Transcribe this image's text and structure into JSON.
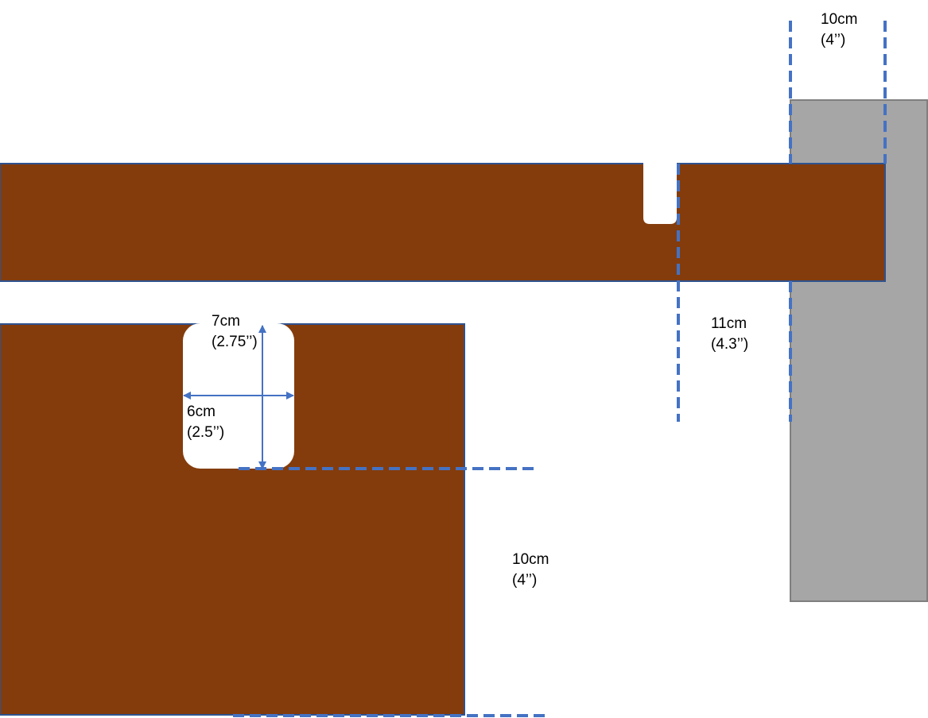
{
  "colors": {
    "wood": "#843C0C",
    "dash": "#4472C4",
    "gray": "#A6A6A6",
    "gray_stroke": "#7F7F7F",
    "outline": "#2F528F"
  },
  "labels": {
    "top_width": {
      "metric": "10cm",
      "imperial": "(4’’)"
    },
    "gap_height": {
      "metric": "11cm",
      "imperial": "(4.3’’)"
    },
    "cutout_height": {
      "metric": "7cm",
      "imperial": "(2.75’’)"
    },
    "cutout_width": {
      "metric": "6cm",
      "imperial": "(2.5’’)"
    },
    "bottom_height": {
      "metric": "10cm",
      "imperial": "(4’’)"
    }
  }
}
